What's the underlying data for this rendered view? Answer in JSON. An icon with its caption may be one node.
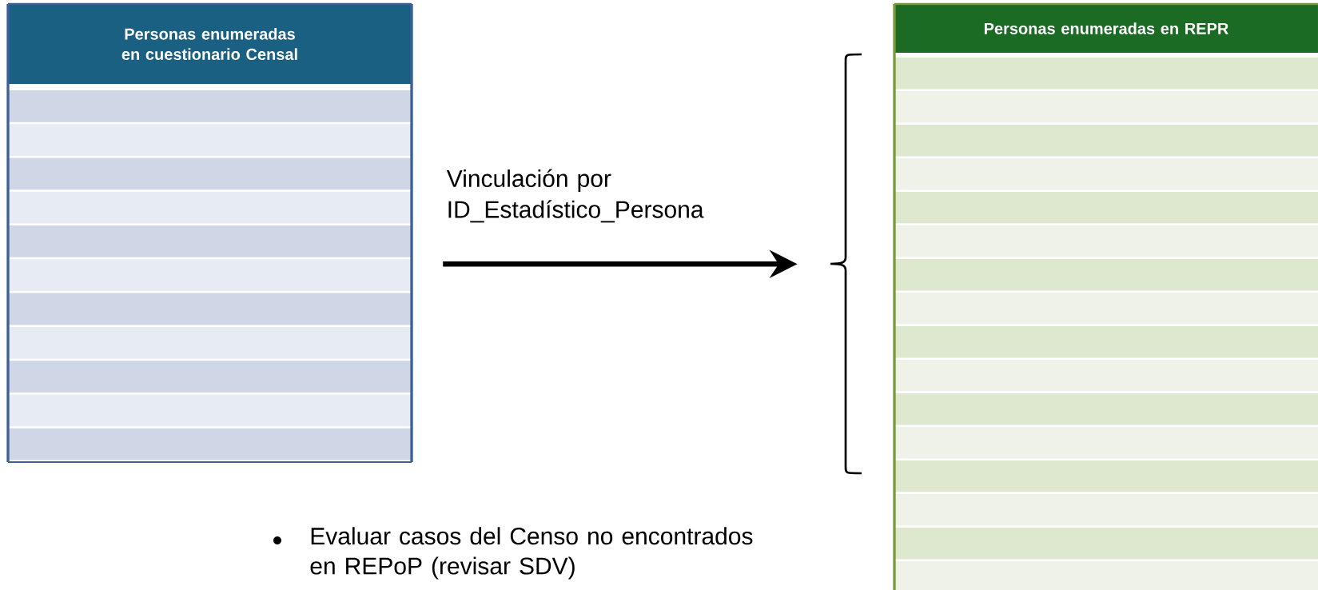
{
  "diagram": {
    "nodes": [
      {
        "text": [
          "Personas enumeradas en cuestionario Censal"
        ]
      },
      {
        "text": [
          "Personas enumeradas en REPR"
        ]
      },
      {
        "text": [],
        "shape": "bracket"
      }
    ],
    "edges": [
      {
        "from": 0,
        "to": 2,
        "arrow": "to",
        "label": "Vinculación por ID_Estadístico_Persona"
      }
    ],
    "labels": [
      "Evaluar casos del Censo no encontrados en REPoP (revisar SDV)"
    ]
  }
}
